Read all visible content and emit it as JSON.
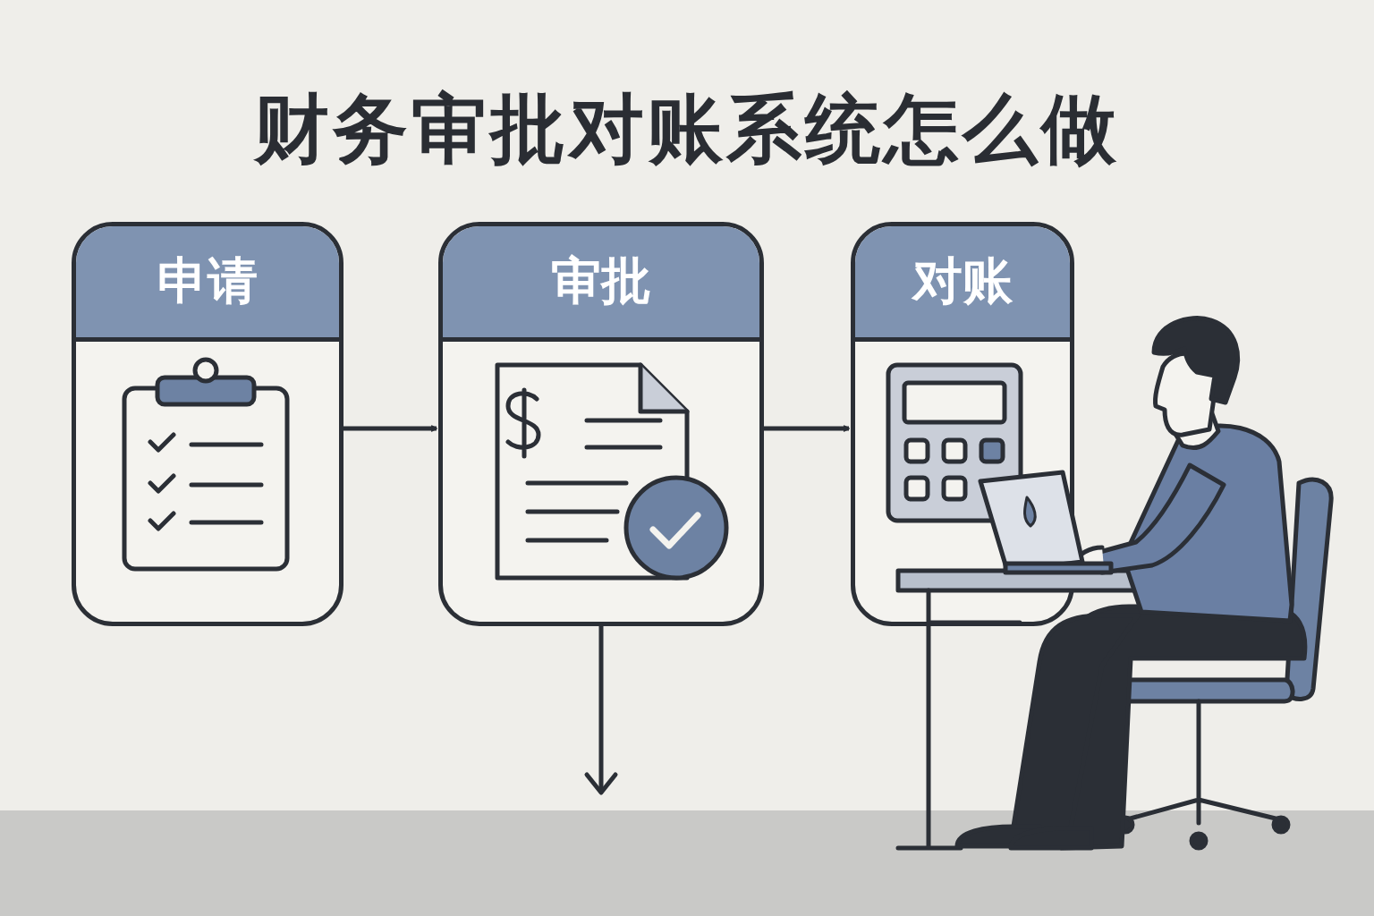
{
  "diagram": {
    "title": "财务审批对账系统怎么做",
    "nodes": [
      {
        "text": [
          "申请"
        ]
      },
      {
        "text": [
          "审批"
        ]
      },
      {
        "text": [
          "对账"
        ]
      }
    ],
    "edges": [
      {
        "from": 0,
        "to": 1,
        "arrow": "to"
      },
      {
        "from": 1,
        "to": 2,
        "arrow": "to"
      }
    ]
  }
}
